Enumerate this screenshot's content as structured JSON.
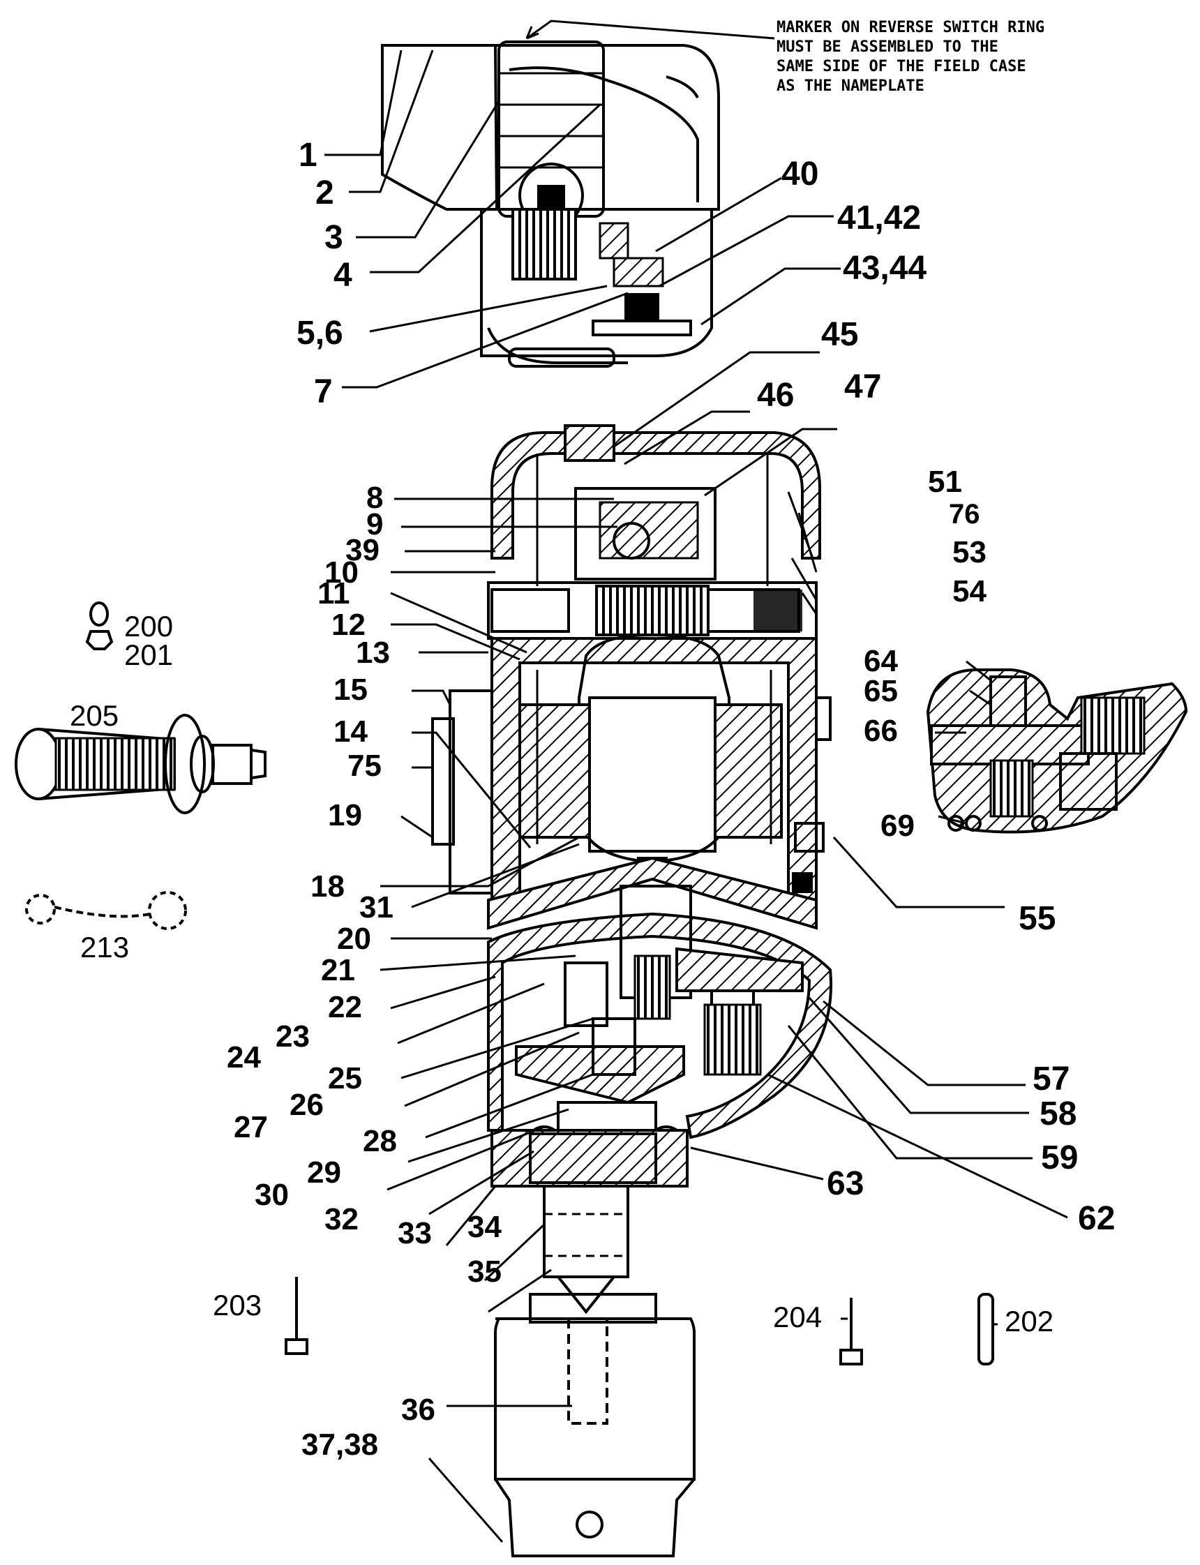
{
  "note": {
    "lines": [
      "MARKER ON REVERSE SWITCH RING",
      "MUST BE ASSEMBLED TO THE",
      "SAME SIDE OF THE FIELD CASE",
      "AS THE NAMEPLATE"
    ]
  },
  "callouts": {
    "c1": "1",
    "c2": "2",
    "c3": "3",
    "c4": "4",
    "c5_6": "5,6",
    "c7": "7",
    "c40": "40",
    "c41_42": "41,42",
    "c43_44": "43,44",
    "c45": "45",
    "c46": "46",
    "c47": "47",
    "c8": "8",
    "c9": "9",
    "c39": "39",
    "c10": "10",
    "c11": "11",
    "c12": "12",
    "c13": "13",
    "c15": "15",
    "c14": "14",
    "c75": "75",
    "c19": "19",
    "c18": "18",
    "c31": "31",
    "c20": "20",
    "c21": "21",
    "c22": "22",
    "c23": "23",
    "c24": "24",
    "c25": "25",
    "c26": "26",
    "c27": "27",
    "c28": "28",
    "c29": "29",
    "c30": "30",
    "c32": "32",
    "c33": "33",
    "c34": "34",
    "c35": "35",
    "c36": "36",
    "c37_38": "37,38",
    "c51": "51",
    "c76": "76",
    "c53": "53",
    "c54": "54",
    "c55": "55",
    "c57": "57",
    "c58": "58",
    "c59": "59",
    "c62": "62",
    "c63": "63",
    "c64": "64",
    "c65": "65",
    "c66": "66",
    "c69": "69",
    "c200": "200",
    "c201": "201",
    "c205": "205",
    "c213": "213",
    "c203": "203",
    "c204": "204",
    "c202": "202"
  }
}
